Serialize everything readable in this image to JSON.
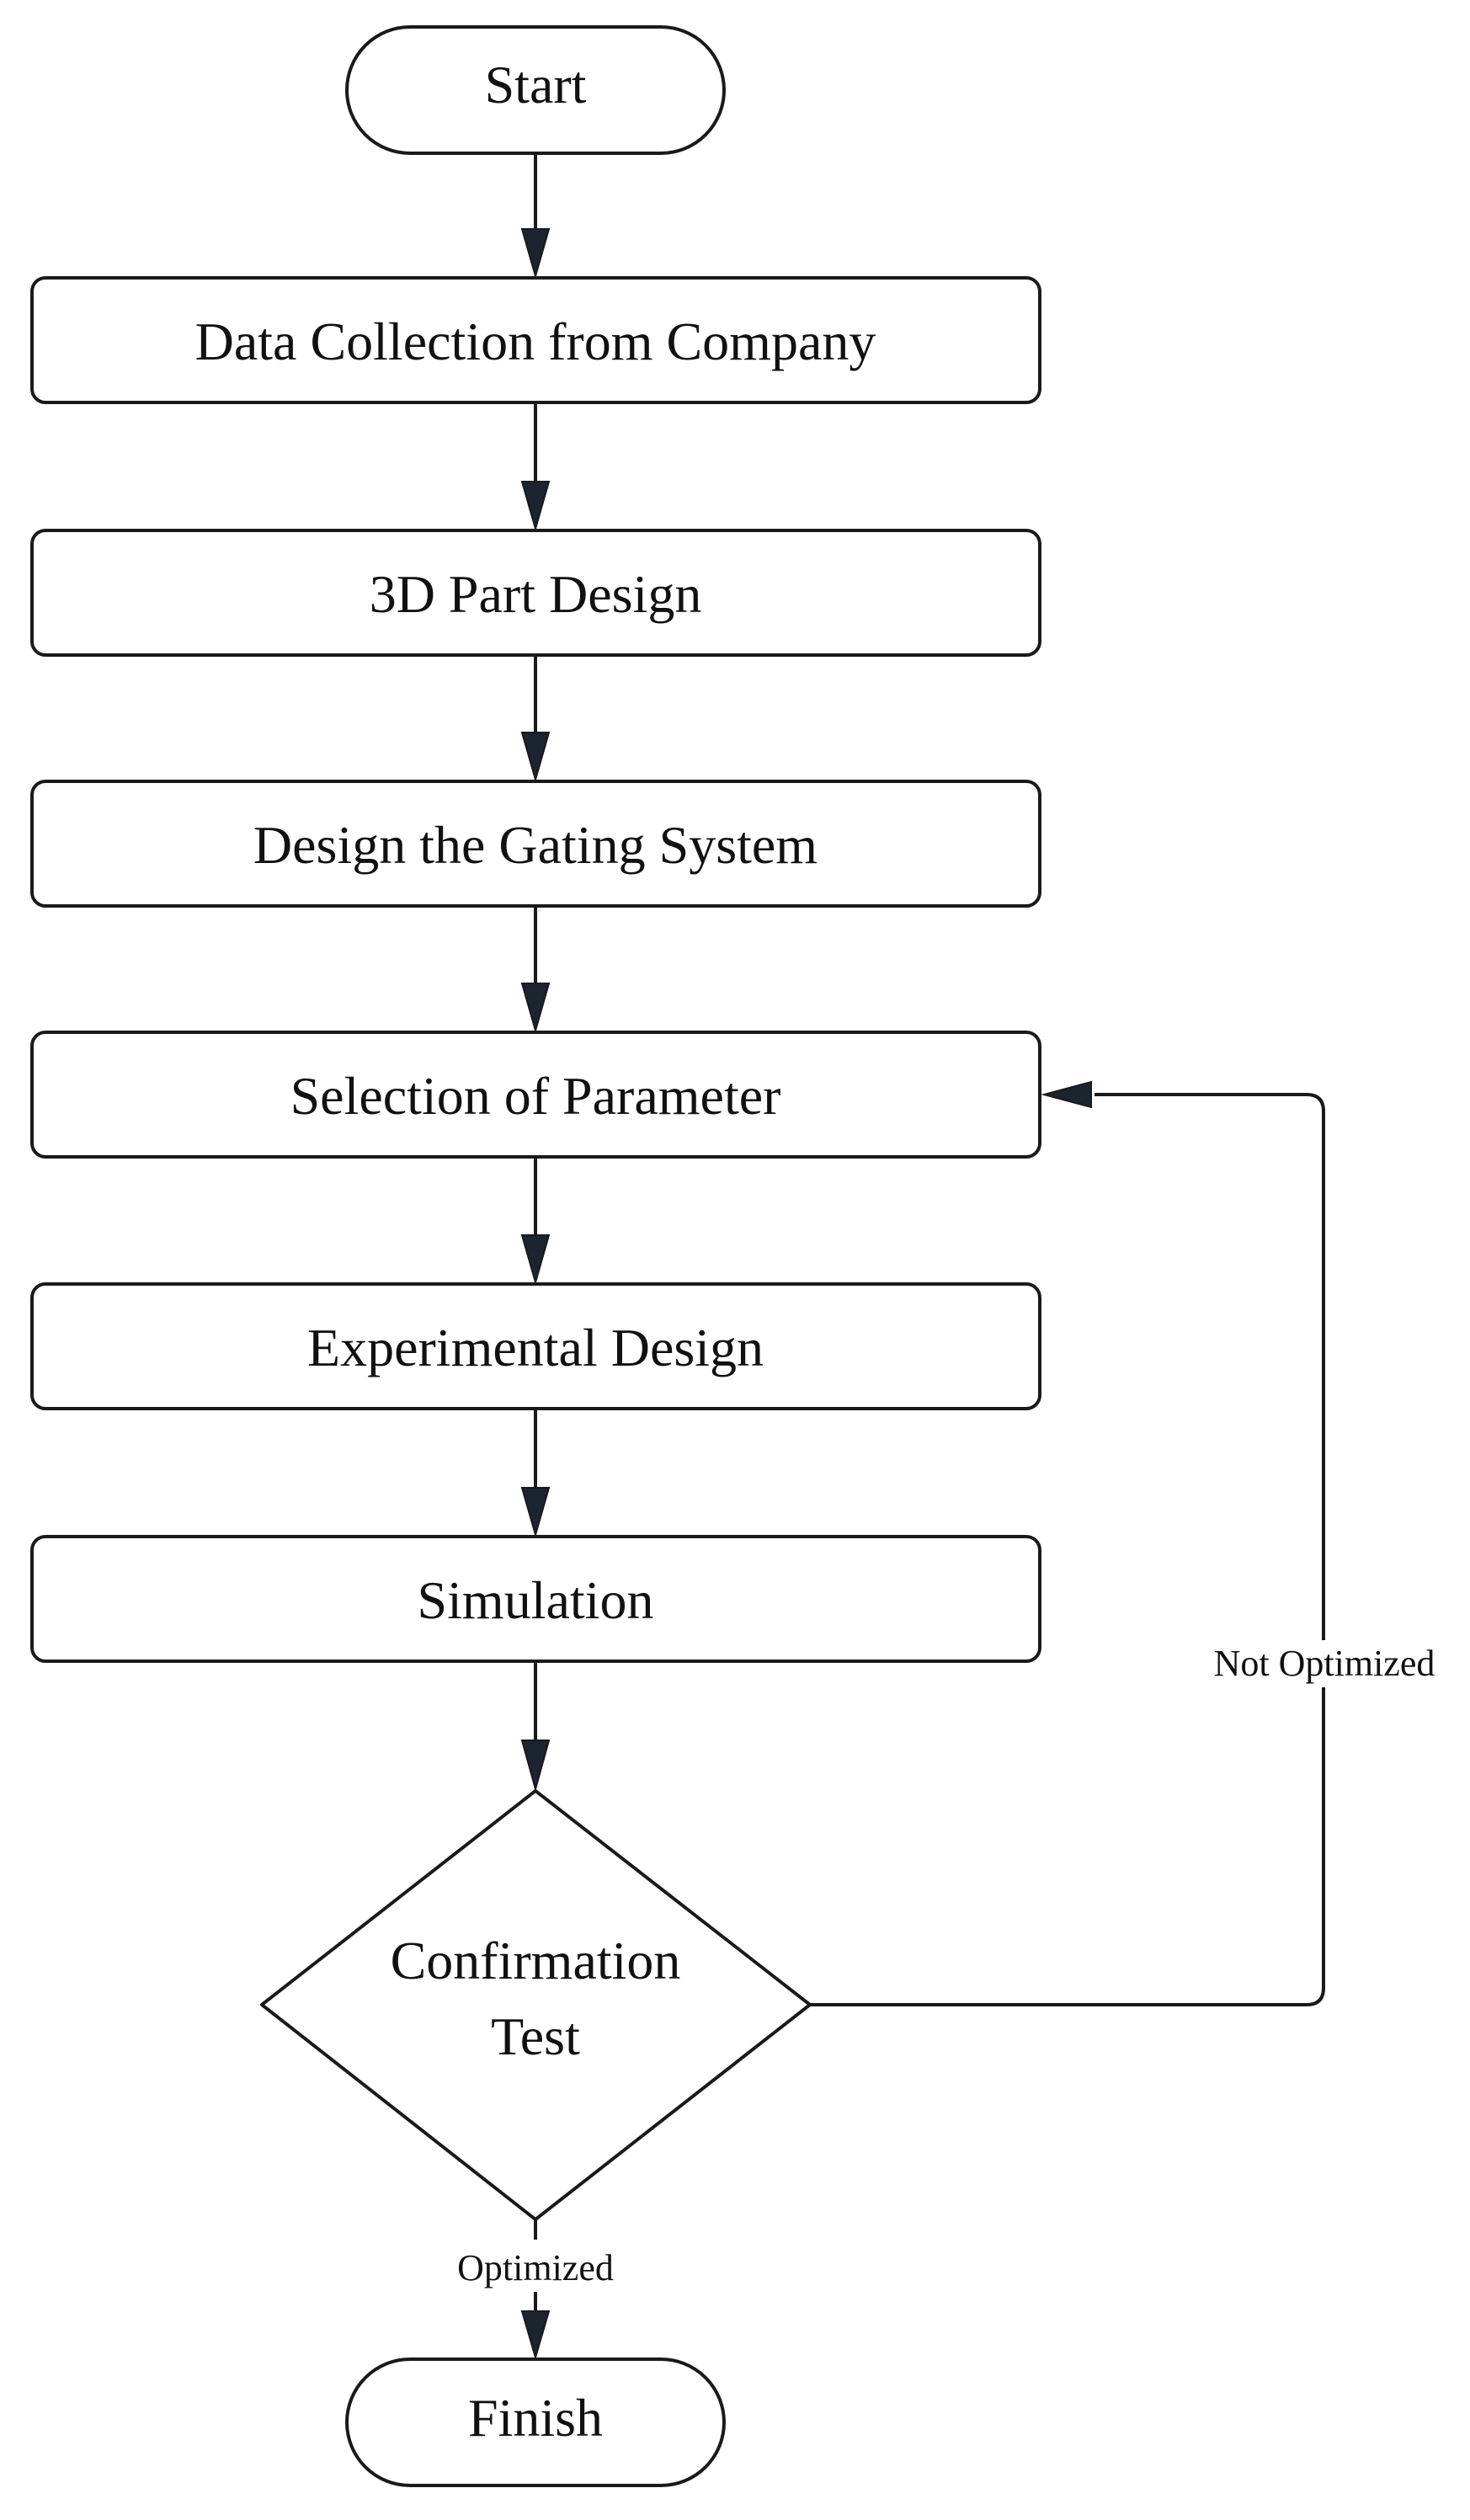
{
  "flowchart": {
    "start": {
      "label": "Start",
      "shape": "terminal"
    },
    "steps": [
      {
        "id": "data-collection",
        "label": "Data Collection from Company",
        "shape": "process"
      },
      {
        "id": "part-design",
        "label": "3D Part Design",
        "shape": "process"
      },
      {
        "id": "gating-system",
        "label": "Design the Gating System",
        "shape": "process"
      },
      {
        "id": "parameter-selection",
        "label": "Selection of Parameter",
        "shape": "process"
      },
      {
        "id": "experimental-design",
        "label": "Experimental Design",
        "shape": "process"
      },
      {
        "id": "simulation",
        "label": "Simulation",
        "shape": "process"
      }
    ],
    "decision": {
      "id": "confirmation-test",
      "label_lines": [
        "Confirmation",
        "Test"
      ],
      "shape": "decision"
    },
    "end": {
      "label": "Finish",
      "shape": "terminal"
    },
    "edges": {
      "optimized_label": "Optimized",
      "not_optimized_label": "Not Optimized",
      "loop_target": "parameter-selection"
    },
    "colors": {
      "stroke": "#1a1a1a",
      "arrow_fill": "#1c2430",
      "background": "#ffffff"
    }
  }
}
